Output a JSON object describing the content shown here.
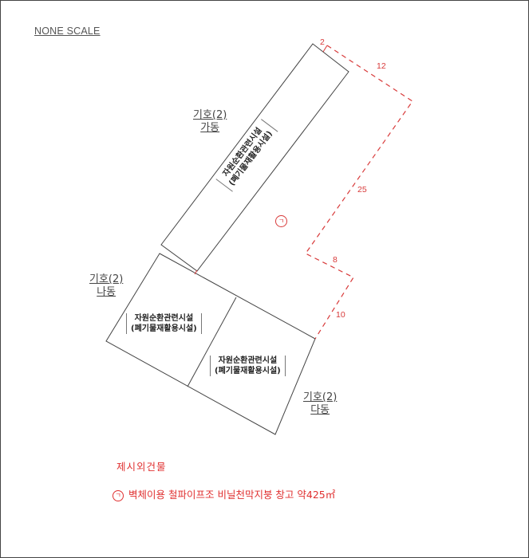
{
  "scale_note": "NONE SCALE",
  "buildings": [
    {
      "id": "ga",
      "label_line1": "기호(2)",
      "label_line2": "가동",
      "use_line1": "자원순환관련시설",
      "use_line2": "(폐기물재활용시설)"
    },
    {
      "id": "na",
      "label_line1": "기호(2)",
      "label_line2": "나동",
      "use_line1": "자원순환관련시설",
      "use_line2": "(폐기물재활용시설)"
    },
    {
      "id": "da",
      "label_line1": "기호(2)",
      "label_line2": "다동",
      "use_line1": "자원순환관련시설",
      "use_line2": "(폐기물재활용시설)"
    }
  ],
  "outside_structure": {
    "marker": "ㄱ",
    "dimensions": {
      "d1": "2",
      "d2": "12",
      "d3": "25",
      "d4": "8",
      "d5": "10"
    }
  },
  "legend": {
    "title": "제시외건물",
    "item_marker": "ㄱ",
    "item_text": "벽체이용 철파이프조 비닐천막지붕 창고 약425㎡"
  },
  "colors": {
    "line": "#444444",
    "annex": "#d83a3a"
  }
}
